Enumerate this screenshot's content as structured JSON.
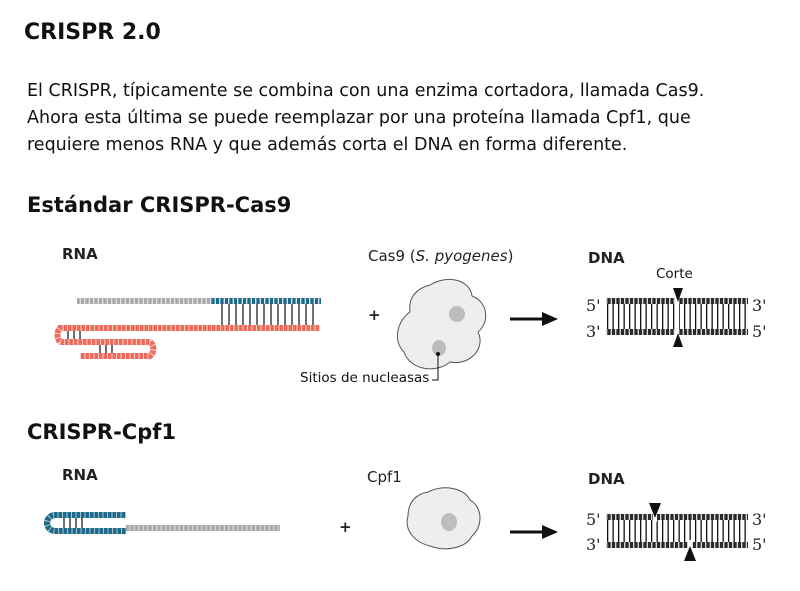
{
  "title": "CRISPR 2.0",
  "intro": {
    "line1": "El CRISPR, típicamente se combina con una enzima cortadora, llamada Cas9.",
    "line2": "Ahora esta última se puede reemplazar por una proteína llamada Cpf1, que",
    "line3": "requiere menos RNA y que además corta el DNA en forma diferente."
  },
  "cas9_section": {
    "heading": "Estándar CRISPR-Cas9",
    "rna_label": "RNA",
    "enzyme_label_prefix": "Cas9 (",
    "enzyme_species": "S. pyogenes",
    "enzyme_label_suffix": ")",
    "dna_label": "DNA",
    "cut_label": "Corte",
    "nuclease_label": "Sitios de nucleasas",
    "plus": "+",
    "top_left_end": "5'",
    "top_right_end": "3'",
    "bottom_left_end": "3'",
    "bottom_right_end": "5'"
  },
  "cpf1_section": {
    "heading": "CRISPR-Cpf1",
    "rna_label": "RNA",
    "enzyme_label": "Cpf1",
    "dna_label": "DNA",
    "plus": "+",
    "top_left_end": "5'",
    "top_right_end": "3'",
    "bottom_left_end": "3'",
    "bottom_right_end": "5'"
  },
  "colors": {
    "rna_gray": "#a9a9a9",
    "rna_blue": "#1f6a8a",
    "rna_red": "#f06a5c",
    "enzyme_fill": "#eeeeee",
    "nuclease_site": "#bdbdbd",
    "dna_dark": "#2a2a2a"
  }
}
